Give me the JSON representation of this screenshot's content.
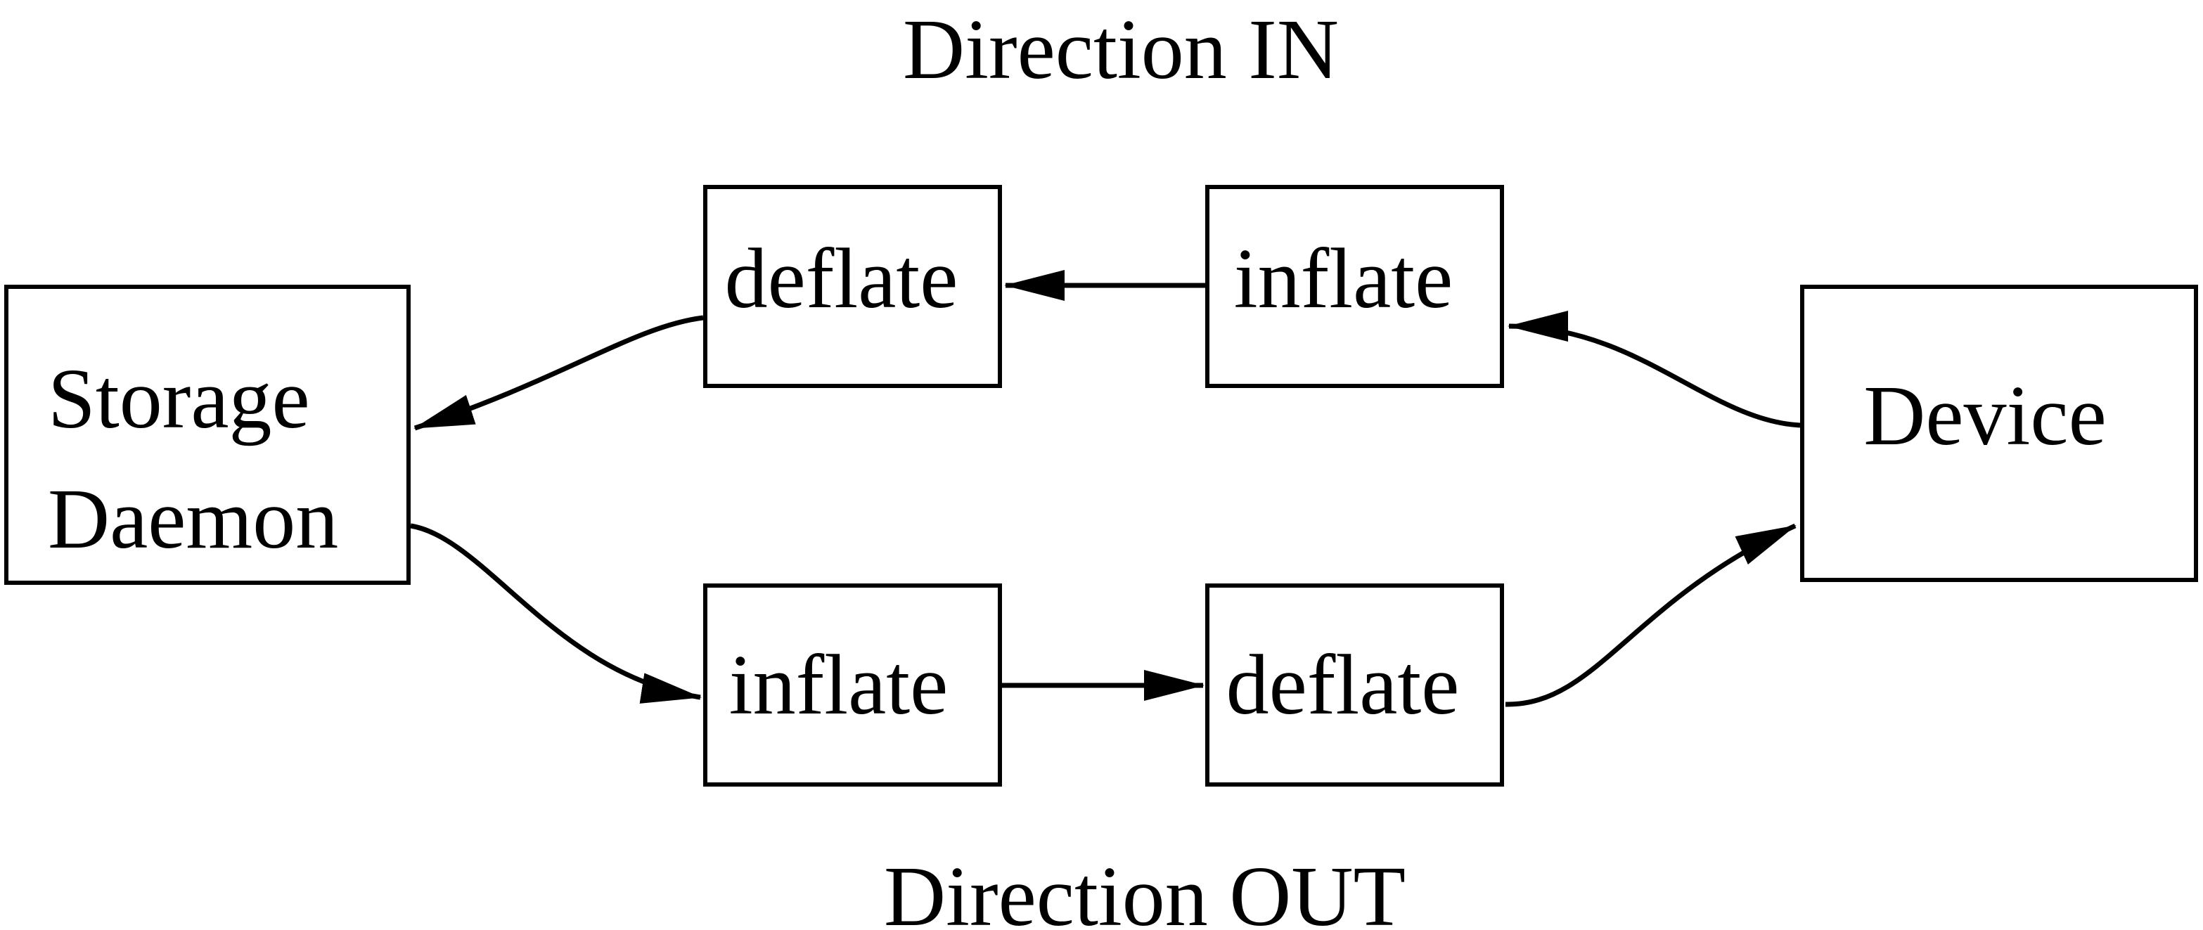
{
  "page": {
    "background_color": "#ffffff",
    "ink_color": "#000000",
    "description": "Flow diagram of compression pipelines between a Storage Daemon and a Device"
  },
  "titles": {
    "direction_in": "Direction IN",
    "direction_out": "Direction OUT"
  },
  "nodes": {
    "storage_daemon": {
      "label_line1": "Storage",
      "label_line2": "Daemon"
    },
    "device": {
      "label": "Device"
    },
    "deflate_in": {
      "label": "deflate"
    },
    "inflate_in": {
      "label": "inflate"
    },
    "inflate_out": {
      "label": "inflate"
    },
    "deflate_out": {
      "label": "deflate"
    }
  },
  "edges": [
    {
      "name": "device-to-inflate-in",
      "from": "device",
      "to": "inflate_in",
      "direction": "IN",
      "arrowhead": "filled-triangle"
    },
    {
      "name": "inflate-in-to-deflate-in",
      "from": "inflate_in",
      "to": "deflate_in",
      "direction": "IN",
      "arrowhead": "filled-triangle"
    },
    {
      "name": "deflate-in-to-storage-daemon",
      "from": "deflate_in",
      "to": "storage_daemon",
      "direction": "IN",
      "arrowhead": "filled-triangle"
    },
    {
      "name": "storage-daemon-to-inflate-out",
      "from": "storage_daemon",
      "to": "inflate_out",
      "direction": "OUT",
      "arrowhead": "filled-triangle"
    },
    {
      "name": "inflate-out-to-deflate-out",
      "from": "inflate_out",
      "to": "deflate_out",
      "direction": "OUT",
      "arrowhead": "filled-triangle"
    },
    {
      "name": "deflate-out-to-device",
      "from": "deflate_out",
      "to": "device",
      "direction": "OUT",
      "arrowhead": "filled-triangle"
    }
  ]
}
